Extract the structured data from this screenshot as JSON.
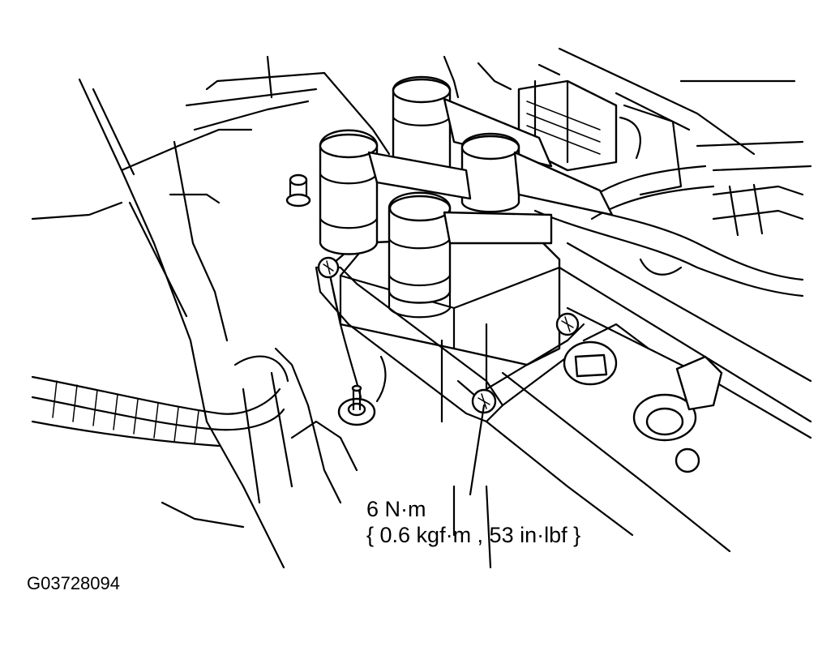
{
  "callout": {
    "torque_nm": "6 N·m",
    "torque_alt": "{ 0.6 kgf·m , 53 in·lbf }"
  },
  "figure_id": "G03728094",
  "colors": {
    "line": "#000000",
    "background": "#ffffff"
  }
}
